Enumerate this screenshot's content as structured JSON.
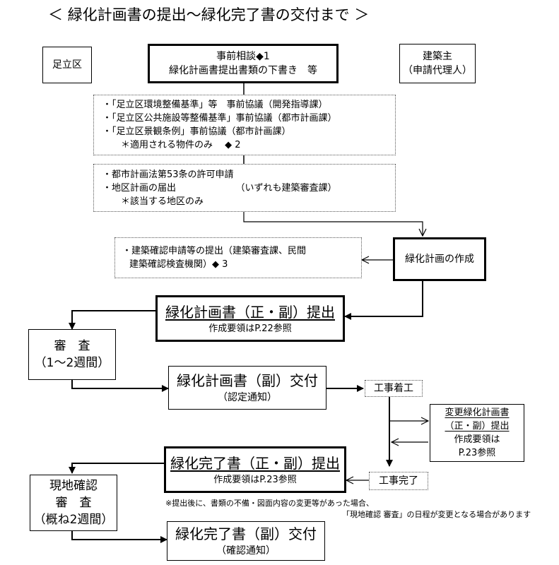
{
  "title": "＜ 緑化計画書の提出～緑化完了書の交付まで ＞",
  "actors": {
    "ward": "足立区",
    "owner_line1": "建築主",
    "owner_line2": "（申請代理人）"
  },
  "steps": {
    "consult_line1": "事前相談◆1",
    "consult_line2": "緑化計画書提出書類の下書き　等",
    "pre_consult": [
      "・「足立区環境整備基準」等　事前協議（開発指導課）",
      "・「足立区公共施設等整備基準」事前協議（都市計画課）",
      "・「足立区景観条例」事前協議（都市計画課）",
      "　　＊適用される物件のみ　 ◆ 2"
    ],
    "permits": [
      "・都市計画法第53条の許可申請",
      "・地区計画の届出　　　　　　　（いずれも建築審査課）",
      "　　＊該当する地区のみ"
    ],
    "building_confirm": [
      "・建築確認申請等の提出（建築審査課、民間",
      "建築確認検査機関）◆ 3"
    ],
    "create_plan": "緑化計画の作成",
    "submit_plan_line1": "緑化計画書（正・副）提出",
    "submit_plan_line2": "作成要領はP.22参照",
    "review1_line1": "審　査",
    "review1_line2": "（1～2週間）",
    "issue_plan_line1": "緑化計画書（副）交付",
    "issue_plan_line2": "（認定通知）",
    "construction_start": "工事着工",
    "change_line1": "変更緑化計画書",
    "change_line2": "（正・副）提出",
    "change_line3": "作成要領は",
    "change_line4": "P.23参照",
    "submit_completion_line1": "緑化完了書（正・副）提出",
    "submit_completion_line2": "作成要領はP.23参照",
    "construction_end": "工事完了",
    "review2_line1": "現地確認",
    "review2_line2": "審　査",
    "review2_line3": "（概ね2週間）",
    "issue_completion_line1": "緑化完了書（副）交付",
    "issue_completion_line2": "（確認通知）",
    "note_line1": "※提出後に、書類の不備・図面内容の変更等があった場合、",
    "note_line2": "「現地確認 審査」の日程が変更となる場合があります"
  }
}
